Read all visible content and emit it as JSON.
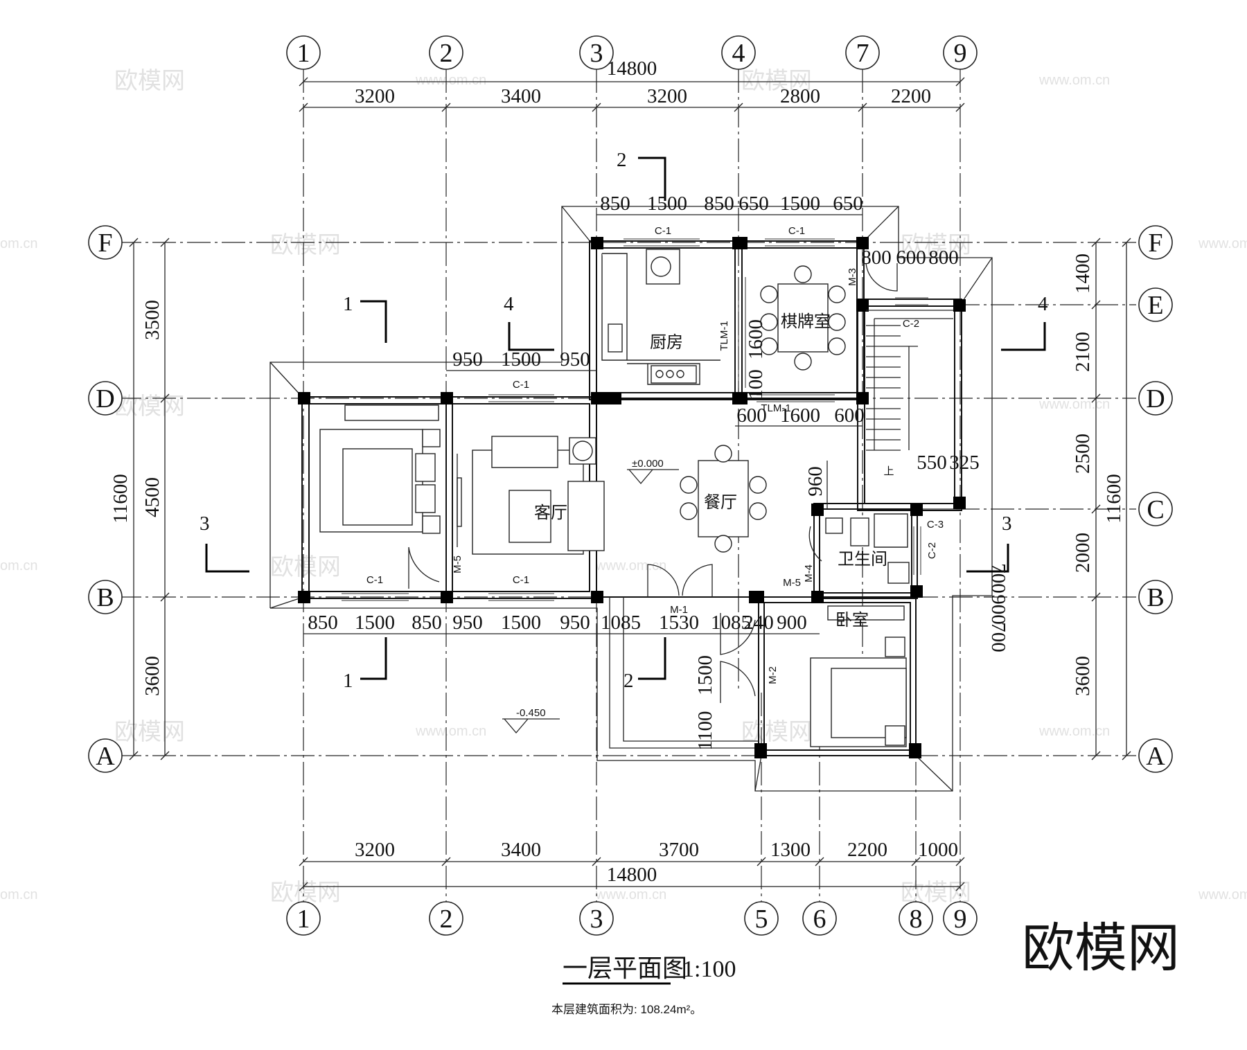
{
  "drawing": {
    "title": "一层平面图",
    "scale": "1:100",
    "area_note": "本层建筑面积为: 108.24m²。",
    "brand_watermark": "欧模网",
    "faint_watermark": "欧模网",
    "faint_url": "www.om.cn",
    "edge_url": "om.cn"
  },
  "axes": {
    "top": [
      "1",
      "2",
      "3",
      "4",
      "7",
      "9"
    ],
    "bottom": [
      "1",
      "2",
      "3",
      "5",
      "6",
      "8",
      "9"
    ],
    "left": [
      "F",
      "D",
      "B",
      "A"
    ],
    "right": [
      "F",
      "E",
      "D",
      "C",
      "B",
      "A"
    ]
  },
  "dimensions": {
    "top_total": "14800",
    "top_spans": [
      "3200",
      "3400",
      "3200",
      "2800",
      "2200"
    ],
    "bottom_total": "14800",
    "bottom_spans": [
      "3200",
      "3400",
      "3700",
      "1300",
      "2200",
      "1000"
    ],
    "left_total": "11600",
    "left_spans": [
      "3500",
      "4500",
      "3600"
    ],
    "right_total": "11600",
    "right_spans": [
      "1400",
      "2100",
      "2500",
      "2000",
      "3600"
    ],
    "kitchen_top": [
      "850",
      "1500",
      "850",
      "650",
      "1500",
      "650"
    ],
    "living_top": [
      "950",
      "1500",
      "950"
    ],
    "south_row": [
      "850",
      "1500",
      "850",
      "950",
      "1500",
      "950",
      "1085",
      "1530",
      "1085",
      "240",
      "900"
    ],
    "dining_top": [
      "600",
      "1600",
      "600"
    ],
    "stair_top": [
      "800",
      "600",
      "800"
    ],
    "card_room_v": [
      "1600",
      "100"
    ],
    "stair_small": [
      "550",
      "325"
    ],
    "bath_v": "960",
    "bedroom_v": [
      "1500",
      "1100"
    ],
    "right_small": [
      "700",
      "900",
      "700"
    ]
  },
  "rooms": {
    "kitchen": "厨房",
    "card_room": "棋牌室",
    "living": "客厅",
    "dining": "餐厅",
    "bathroom": "卫生间",
    "bedroom": "卧室",
    "stair_up": "上"
  },
  "elevations": {
    "floor": "±0.000",
    "outdoor": "-0.450"
  },
  "openings": {
    "c1": "C-1",
    "c2": "C-2",
    "c3": "C-3",
    "m1": "M-1",
    "m2": "M-2",
    "m3": "M-3",
    "m4": "M-4",
    "m5": "M-5",
    "tlm1": "TLM-1"
  },
  "sections": {
    "s1": "1",
    "s2": "2",
    "s3": "3",
    "s4": "4"
  }
}
